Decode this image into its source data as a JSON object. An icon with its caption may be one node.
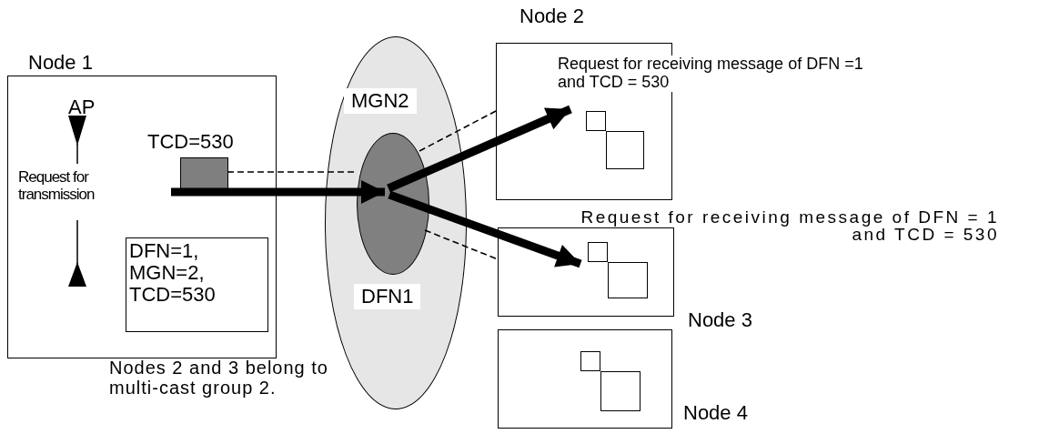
{
  "diagram": {
    "nodes": [
      {
        "text": [
          "Node 1"
        ]
      },
      {
        "text": [
          "DFN=1, MGN=2, TCD=530"
        ],
        "in": 0
      },
      {
        "text": [],
        "shape": "box",
        "beside": [
          "TCD=530"
        ],
        "in": 0
      },
      {
        "text": [
          "MGN2",
          "DFN1"
        ]
      },
      {
        "text": [],
        "shape": "circle",
        "in": 3
      },
      {
        "text": [
          "Node 2",
          "Request for receiving message of DFN =1 and TCD = 530"
        ]
      },
      {
        "text": [],
        "shape": "box",
        "in": 5
      },
      {
        "text": [],
        "shape": "box",
        "in": 5
      },
      {
        "text": [
          "Request for receiving message of DFN = 1 and TCD = 530",
          "Node 3"
        ]
      },
      {
        "text": [],
        "shape": "box",
        "in": 8
      },
      {
        "text": [],
        "shape": "box",
        "in": 8
      },
      {
        "text": [
          "Node 4"
        ]
      },
      {
        "text": [],
        "shape": "box",
        "in": 11
      },
      {
        "text": [],
        "shape": "box",
        "in": 11
      }
    ],
    "edges": [
      {
        "from": 2,
        "to": 4,
        "arrow": "to",
        "style": "thick"
      },
      {
        "from": 2,
        "to": 4,
        "arrow": "none",
        "style": "dashed"
      },
      {
        "from": 4,
        "to": 6,
        "arrow": "to",
        "style": "thick"
      },
      {
        "from": 4,
        "to": 9,
        "arrow": "to",
        "style": "thick"
      },
      {
        "from": 4,
        "to": 5,
        "arrow": "none",
        "style": "dashed"
      },
      {
        "from": 4,
        "to": 8,
        "arrow": "none",
        "style": "dashed"
      }
    ],
    "labels": [
      "AP",
      "Request for transmission",
      "Nodes 2 and 3 belong to multi-cast group 2."
    ]
  }
}
